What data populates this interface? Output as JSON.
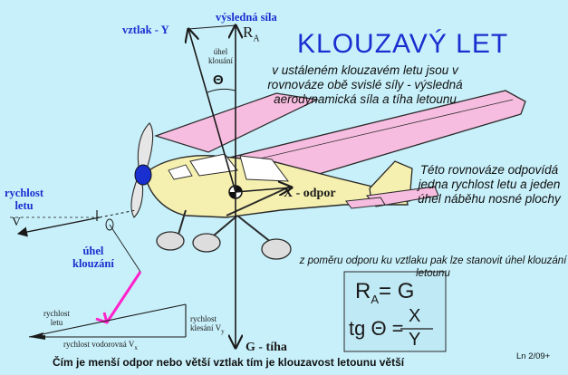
{
  "title": "KLOUZAVÝ  LET",
  "description": "v ustáleném klouzavém letu jsou v rovnováze obě svislé síly - výsledná aerodynamická síla a tíha letounu",
  "balance_text": "Této rovnováze odpovídá jedna rychlost letu a jeden úhel náběhu nosné plochy",
  "ratio_text": "z poměru odporu ku vztlaku pak lze stanovit úhel klouzání letounu",
  "footer": "Čím je menší odpor nebo větší vztlak tím je klouzavost letounu větší",
  "credit": "Ln 2/09+",
  "labels": {
    "resultant_force": "výsledná síla",
    "lift": "vztlak - Y",
    "resultant_symbol": "R",
    "resultant_sub": "A",
    "angle_small": "úhel\nklouání",
    "theta": "Θ",
    "drag": "X - odpor",
    "weight": "G - tíha",
    "speed": "rychlost\nletu",
    "speed_symbol": "V",
    "glide_angle": "úhel\nklouzání",
    "small_speed": "rychlost\nletu",
    "vertical_speed": "rychlost\nklesání V",
    "vertical_sub": "y",
    "horizontal_speed": "rychlost vodorovná  V",
    "horizontal_sub": "x"
  },
  "formulas": {
    "f1_left": "R",
    "f1_sub": "A",
    "f1_right": "= G",
    "f2_left": "tg Θ =",
    "f2_num": "X",
    "f2_den": "Y"
  },
  "colors": {
    "background": "#c8f0fa",
    "title": "#1a2fd0",
    "wing": "#f7bde0",
    "fuselage": "#f5f0b0",
    "arrow_magenta": "#ff22cc",
    "spinner": "#1a2fd0",
    "formula_box": "#bfe9f5"
  }
}
